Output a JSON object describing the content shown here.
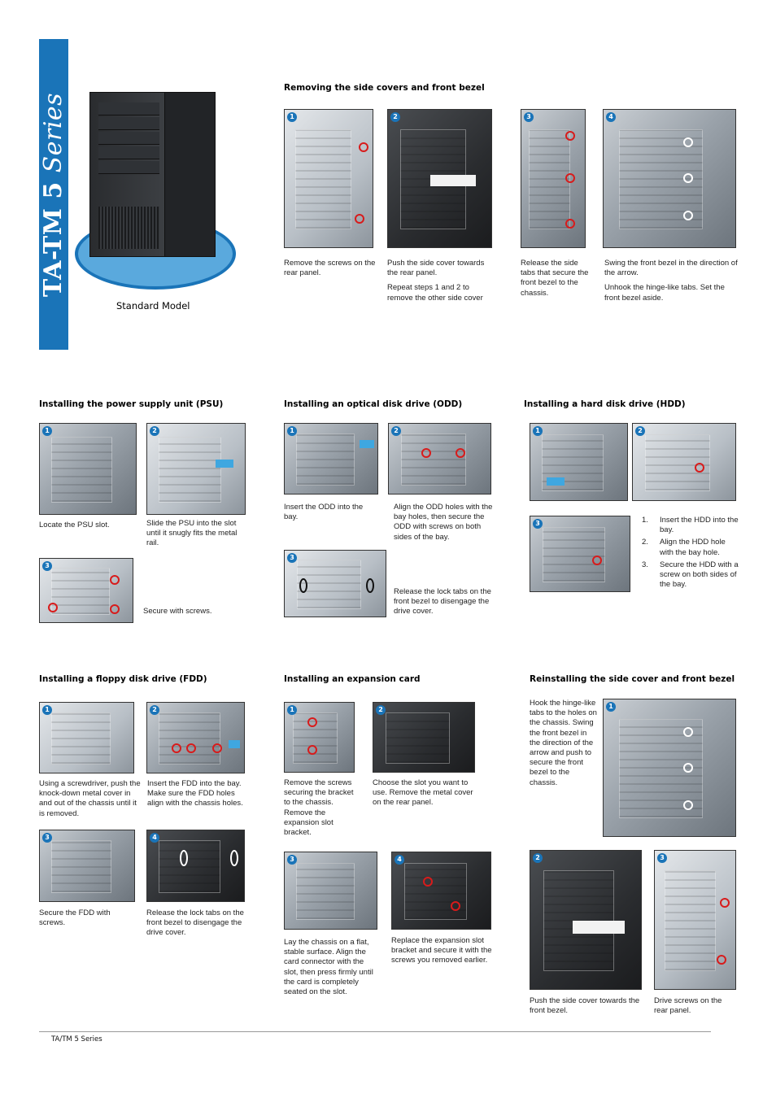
{
  "banner": {
    "title": "TA-TM 5",
    "title_italic": "Series",
    "color": "#1a74b8"
  },
  "model": {
    "label": "Standard Model"
  },
  "sections": {
    "remove": {
      "heading": "Removing the side covers and front bezel",
      "steps": [
        {
          "num": "1",
          "text": [
            "Remove the screws on the rear panel."
          ]
        },
        {
          "num": "2",
          "text": [
            "Push the side cover towards the rear panel.",
            "Repeat steps 1 and 2 to remove the other side cover"
          ]
        },
        {
          "num": "3",
          "text": [
            "Release the side tabs that secure the front bezel to the chassis."
          ]
        },
        {
          "num": "4",
          "text": [
            "Swing the front bezel in the direction of the arrow.",
            "Unhook the hinge-like tabs. Set the front bezel aside."
          ]
        }
      ]
    },
    "psu": {
      "heading": "Installing the power supply unit (PSU)",
      "steps": [
        {
          "num": "1",
          "text": "Locate the PSU slot."
        },
        {
          "num": "2",
          "text": "Slide the PSU into the slot until it snugly fits the metal rail."
        },
        {
          "num": "3",
          "text": "Secure with screws."
        }
      ]
    },
    "odd": {
      "heading": "Installing an optical disk drive (ODD)",
      "steps": [
        {
          "num": "1",
          "text": "Insert the ODD into the bay."
        },
        {
          "num": "2",
          "text": "Align the ODD holes with the bay holes, then secure the ODD with screws on both sides of the bay."
        },
        {
          "num": "3",
          "text": "Release the lock tabs on the front bezel to disengage the drive cover."
        }
      ]
    },
    "hdd": {
      "heading": "Installing a hard disk drive (HDD)",
      "photo_nums": [
        "1",
        "2",
        "3"
      ],
      "list": [
        {
          "n": "1.",
          "text": "Insert the HDD into the bay."
        },
        {
          "n": "2.",
          "text": "Align the HDD hole with the bay hole."
        },
        {
          "n": "3.",
          "text": "Secure the HDD with a screw on both sides of the bay."
        }
      ]
    },
    "fdd": {
      "heading": "Installing a floppy disk drive (FDD)",
      "steps": [
        {
          "num": "1",
          "text": "Using a screwdriver, push the knock-down metal cover in and out of the chassis until it is removed."
        },
        {
          "num": "2",
          "text": "Insert the FDD into the bay. Make sure the FDD holes align with the chassis holes."
        },
        {
          "num": "3",
          "text": "Secure the FDD with screws."
        },
        {
          "num": "4",
          "text": "Release the lock tabs on the front bezel to disengage the drive cover."
        }
      ]
    },
    "card": {
      "heading": "Installing an expansion card",
      "steps": [
        {
          "num": "1",
          "text": "Remove the screws securing the bracket to the chassis. Remove the expansion slot bracket."
        },
        {
          "num": "2",
          "text": "Choose the slot you want to use. Remove the metal cover on the rear panel."
        },
        {
          "num": "3",
          "text": "Lay the chassis on a flat, stable surface. Align the card connector with the slot, then press firmly until the card is completely seated on the slot."
        },
        {
          "num": "4",
          "text": "Replace the expansion slot bracket and secure it with the screws you removed earlier."
        }
      ]
    },
    "reinstall": {
      "heading": "Reinstalling the side cover and front bezel",
      "steps": [
        {
          "num": "1",
          "text": "Hook the hinge-like tabs to the holes on the chassis. Swing the front bezel in the direction of the arrow and push to secure the front bezel to the chassis."
        },
        {
          "num": "2",
          "text": "Push the side cover towards the front bezel."
        },
        {
          "num": "3",
          "text": "Drive screws on the rear panel."
        }
      ]
    }
  },
  "footer": {
    "text": "TA/TM 5 Series"
  }
}
